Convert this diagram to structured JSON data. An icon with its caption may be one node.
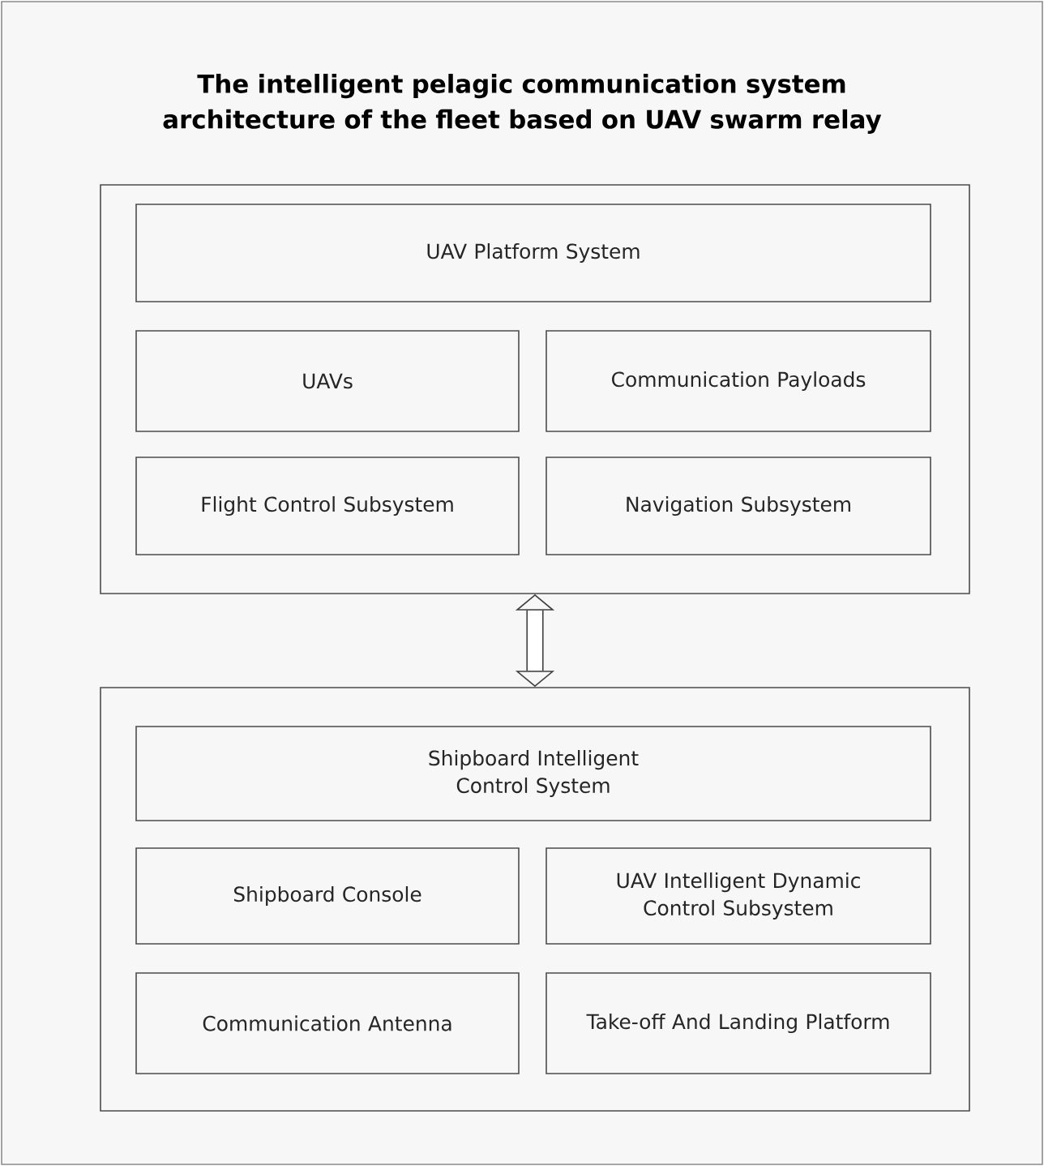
{
  "diagram": {
    "title": "The intelligent pelagic communication system architecture of the fleet based on UAV swarm relay",
    "nodes": [
      {
        "text": [],
        "shape": "box"
      },
      {
        "text": [
          "UAV Platform System"
        ],
        "in": 0
      },
      {
        "text": [
          "UAVs"
        ],
        "in": 0
      },
      {
        "text": [
          "Communication Payloads"
        ],
        "in": 0
      },
      {
        "text": [
          "Flight Control Subsystem"
        ],
        "in": 0
      },
      {
        "text": [
          "Navigation Subsystem"
        ],
        "in": 0
      },
      {
        "text": [],
        "shape": "box"
      },
      {
        "text": [
          "Shipboard Intelligent Control System"
        ],
        "in": 6
      },
      {
        "text": [
          "Shipboard Console"
        ],
        "in": 6
      },
      {
        "text": [
          "UAV Intelligent Dynamic Control Subsystem"
        ],
        "in": 6
      },
      {
        "text": [
          "Communication Antenna"
        ],
        "in": 6
      },
      {
        "text": [
          "Take-off And Landing Platform"
        ],
        "in": 6
      }
    ],
    "edges": [
      {
        "from": 0,
        "to": 6,
        "arrow": "both"
      }
    ]
  }
}
